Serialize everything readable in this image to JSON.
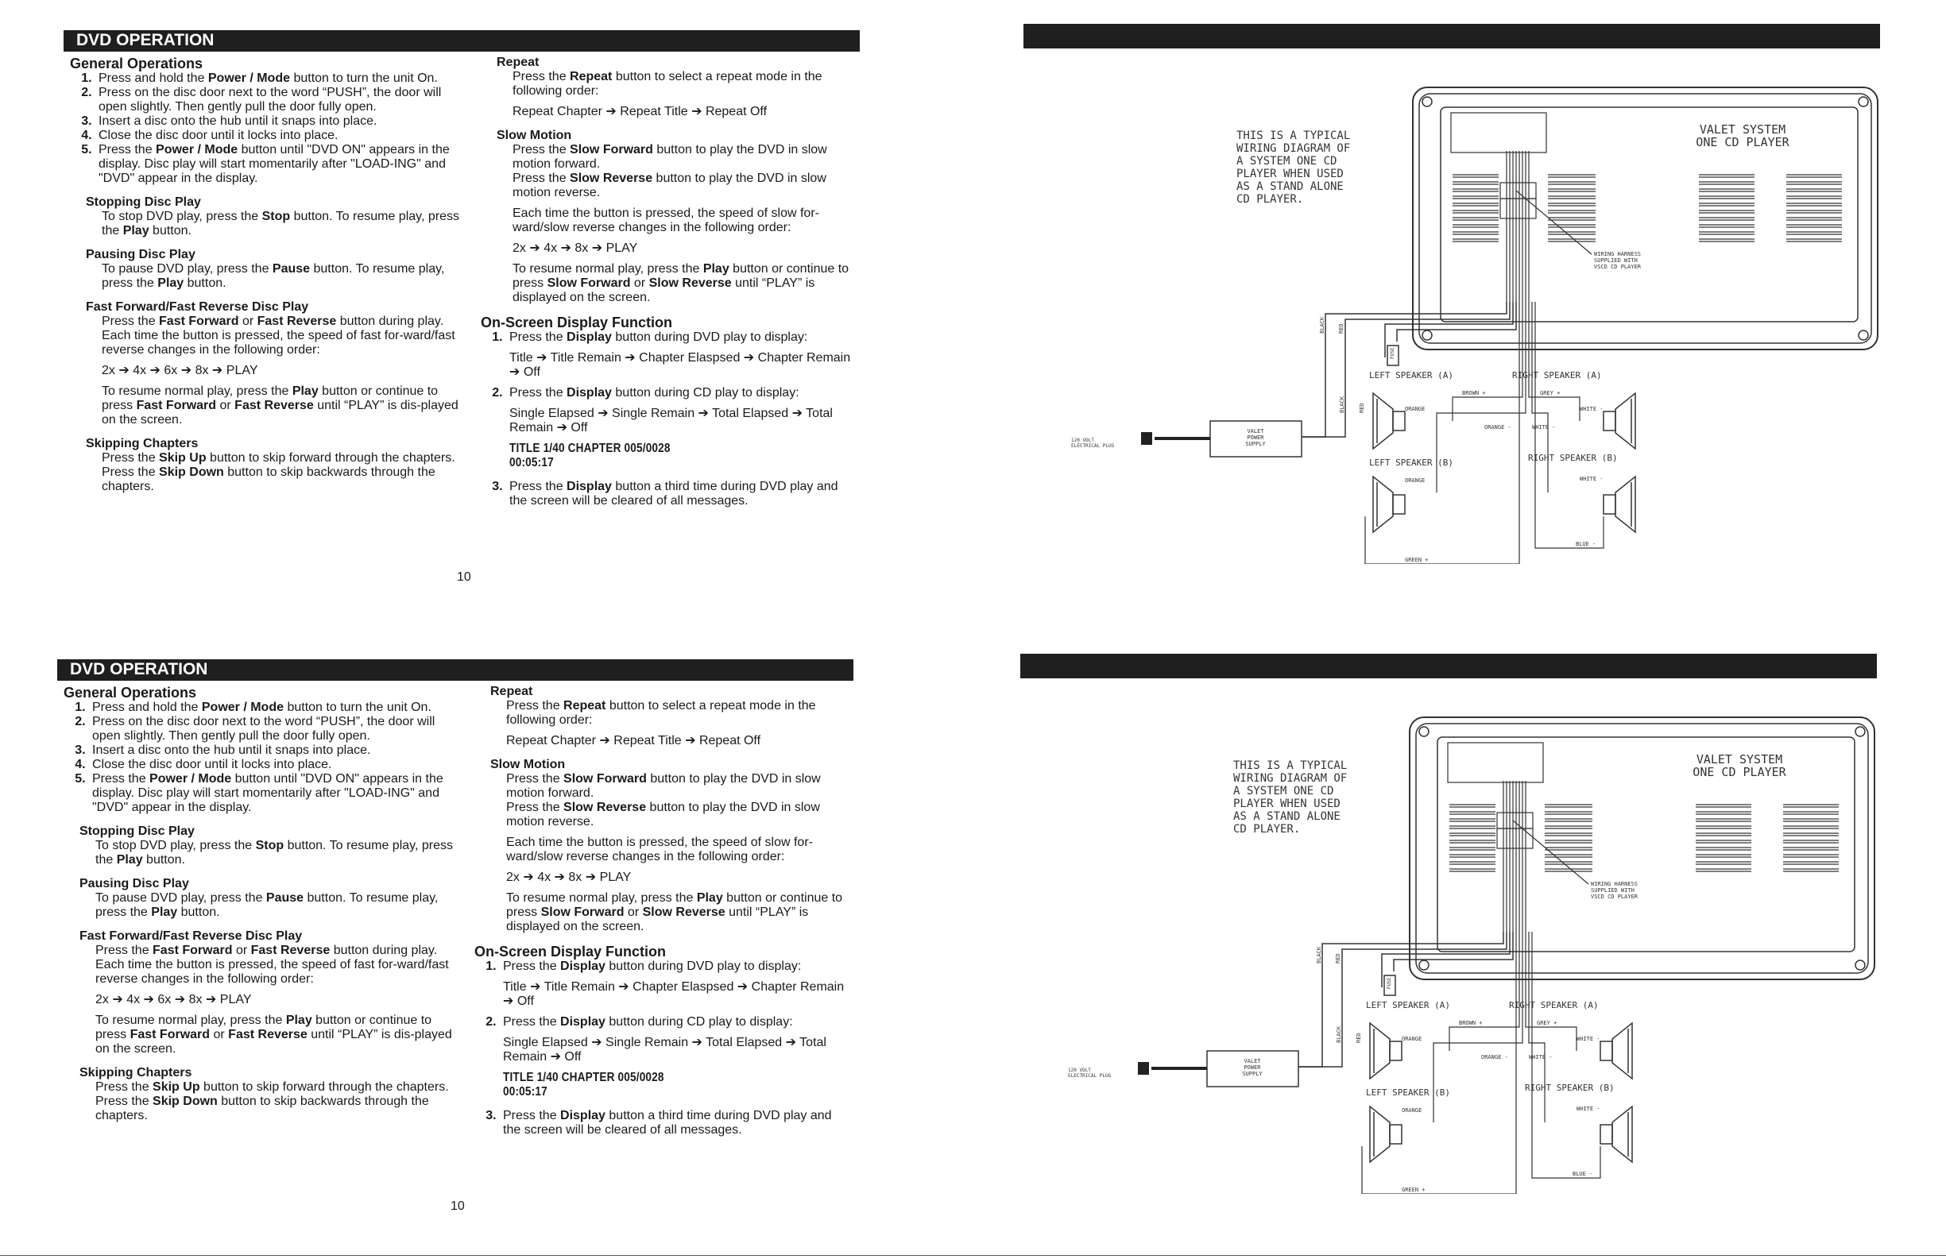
{
  "manual": {
    "header": "DVD OPERATION",
    "page_number": "10",
    "general_operations": {
      "title": "General Operations",
      "steps": [
        [
          "Press and hold the ",
          "Power / Mode",
          " button to turn the unit On."
        ],
        [
          "Press on the disc door next to the word “PUSH”, the door will open slightly. Then gently pull the door fully open."
        ],
        [
          "Insert a disc onto the hub until it snaps into place."
        ],
        [
          "Close the disc door until it locks into place."
        ],
        [
          "Press the ",
          "Power / Mode",
          " button until \"DVD ON\" appears in the display. Disc play will start momentarily after \"LOAD-ING\" and \"DVD\" appear in the display."
        ]
      ]
    },
    "stopping": {
      "title": "Stopping Disc Play",
      "text": [
        "To stop DVD play, press the ",
        "Stop",
        " button. To resume play, press the ",
        "Play",
        " button."
      ]
    },
    "pausing": {
      "title": "Pausing Disc Play",
      "text": [
        "To pause DVD play, press the ",
        "Pause",
        " button. To resume play, press the ",
        "Play",
        " button."
      ]
    },
    "ff_fr": {
      "title": "Fast Forward/Fast Reverse Disc Play",
      "text": [
        "Press the ",
        "Fast Forward",
        " or ",
        "Fast Reverse",
        " button during play. Each time the button is pressed, the speed of fast for-ward/fast reverse changes in the following order:"
      ],
      "order": "2x ➔ 4x ➔ 6x ➔ 8x ➔ PLAY",
      "resume": [
        "To resume normal play, press the ",
        "Play",
        " button or continue to press ",
        "Fast Forward",
        " or ",
        "Fast Reverse",
        " until “PLAY” is dis-played on the screen."
      ]
    },
    "skipping": {
      "title": "Skipping Chapters",
      "up": [
        "Press the ",
        "Skip Up",
        " button to skip forward through the chapters."
      ],
      "down": [
        "Press the ",
        "Skip Down",
        " button to skip backwards through the chapters."
      ]
    },
    "repeat": {
      "title": "Repeat",
      "text": [
        "Press the ",
        "Repeat",
        " button to select a repeat mode in the following order:"
      ],
      "order": "Repeat Chapter ➔ Repeat Title ➔ Repeat Off"
    },
    "slow": {
      "title": "Slow Motion",
      "fwd": [
        "Press the ",
        "Slow Forward",
        " button to play the DVD in slow motion forward."
      ],
      "rev": [
        "Press the ",
        "Slow Reverse",
        " button to play the DVD in slow motion reverse."
      ],
      "each": "Each time the button is pressed, the speed of slow for-ward/slow reverse changes in the following order:",
      "order": "2x ➔  4x ➔  8x ➔ PLAY",
      "resume": [
        "To resume normal play, press the ",
        "Play",
        " button or continue to press ",
        "Slow Forward",
        " or ",
        "Slow Reverse",
        " until “PLAY” is displayed on the screen."
      ]
    },
    "osd": {
      "title": "On-Screen Display Function",
      "step1": [
        "Press the ",
        "Display",
        " button during DVD play to display:"
      ],
      "step1_order": "Title ➔ Title Remain ➔ Chapter Elaspsed ➔ Chapter Remain ➔ Off",
      "step2": [
        "Press the ",
        "Display",
        " button during CD play to display:"
      ],
      "step2_order": "Single Elapsed ➔ Single Remain ➔ Total Elapsed ➔ Total Remain ➔ Off",
      "screen_line1": "TITLE  1/40    CHAPTER    005/0028",
      "screen_line2": "00:05:17",
      "step3": [
        "Press the ",
        "Display",
        " button a third time during DVD play and the screen will be cleared of all messages."
      ]
    }
  },
  "diagram": {
    "note": [
      "THIS IS A TYPICAL",
      "WIRING DIAGRAM OF",
      "A SYSTEM ONE CD",
      "PLAYER WHEN USED",
      "AS A STAND ALONE",
      "CD PLAYER."
    ],
    "unit_title": [
      "VALET SYSTEM",
      "ONE CD PLAYER"
    ],
    "harness": [
      "WIRING HARNESS",
      "SUPPLIED WITH",
      "VSCD CD PLAYER"
    ],
    "left_a": "LEFT SPEAKER (A)",
    "right_a": "RIGHT SPEAKER (A)",
    "left_b": "LEFT SPEAKER (B)",
    "right_b": "RIGHT SPEAKER (B)",
    "power_supply": [
      "VALET",
      "POWER",
      "SUPPLY"
    ],
    "plug": [
      "120 VOLT",
      "ELECTRICAL PLUG"
    ],
    "wires": {
      "black": "BLACK",
      "red": "RED",
      "brown": "BROWN +",
      "grey": "GREY +",
      "orange": "ORANGE -",
      "white": "WHITE -",
      "orange2": "ORANGE",
      "white2": "WHITE -",
      "blue": "BLUE -",
      "green": "GREEN +",
      "fuse": "FUSE"
    }
  }
}
